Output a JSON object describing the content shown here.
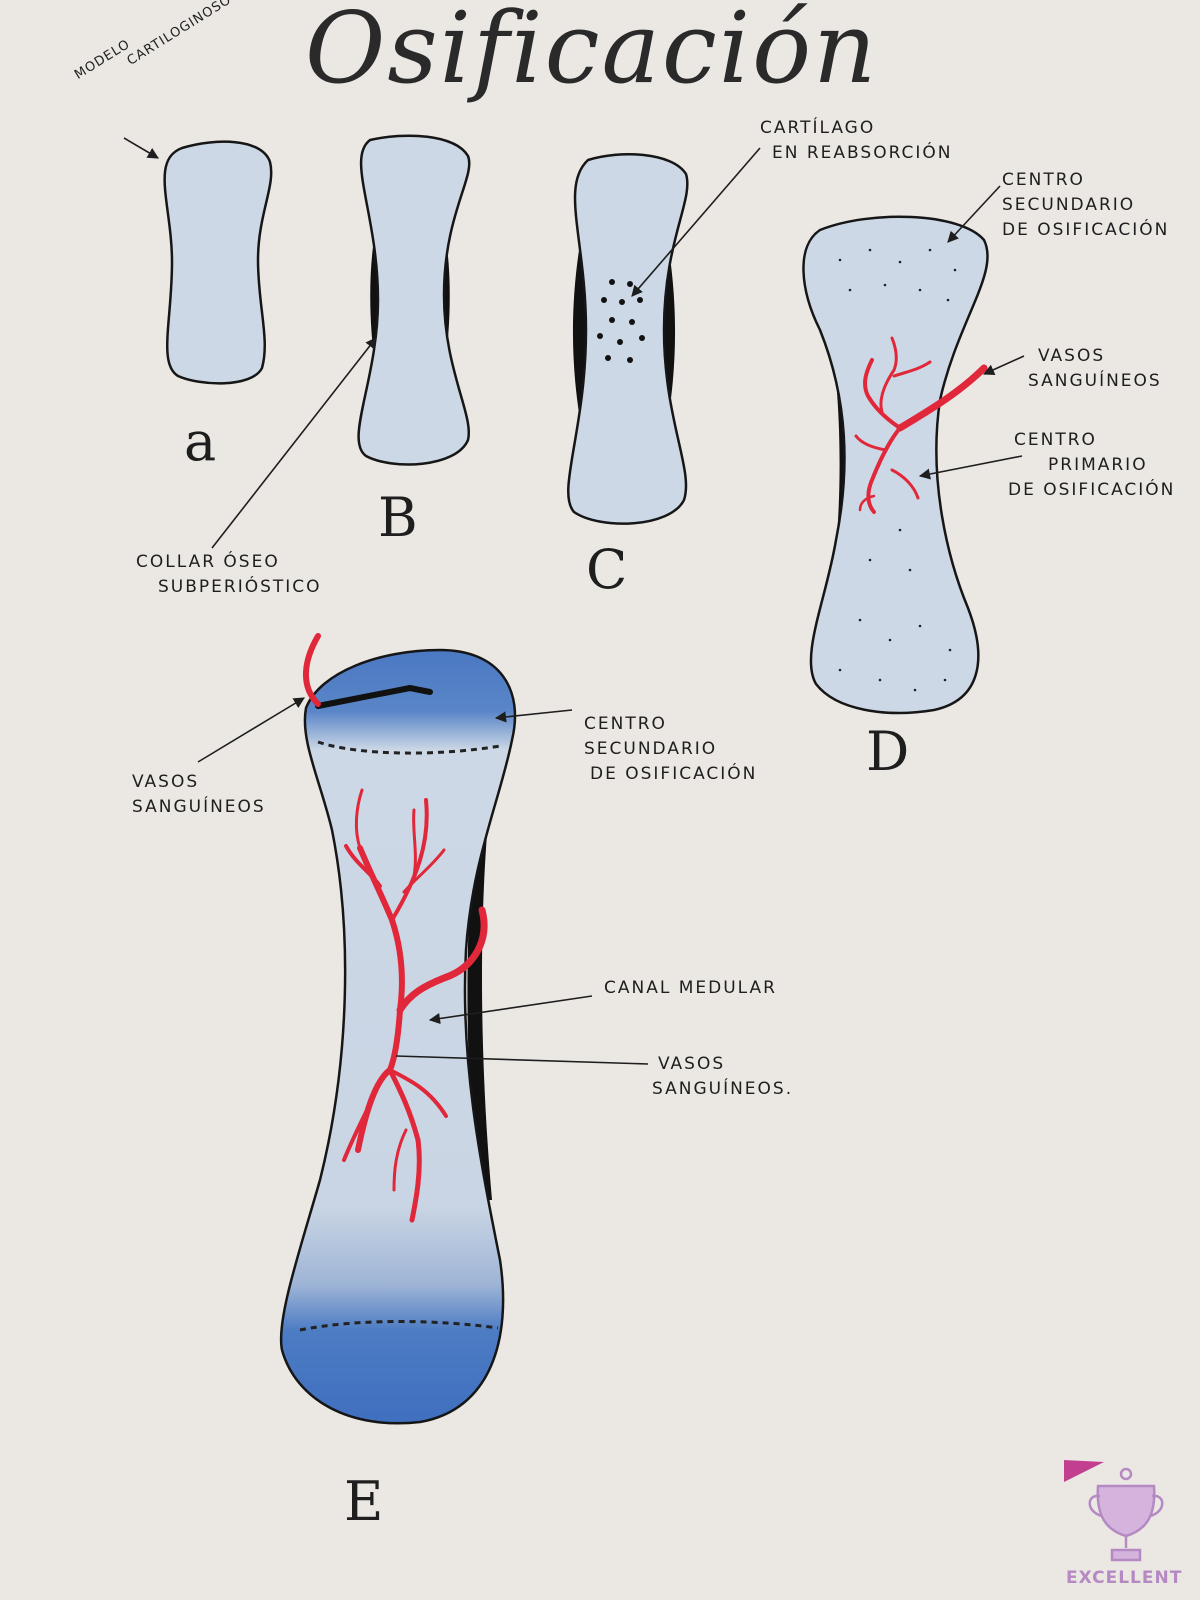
{
  "title": "Osificación",
  "stages": {
    "a": "a",
    "b": "B",
    "c": "C",
    "d": "D",
    "e": "E"
  },
  "labels": {
    "modelo_line1": "MODELO",
    "modelo_line2": "CARTILOGINOSO",
    "collar_line1": "COLLAR ÓSEO",
    "collar_line2": "SUBPERIÓSTICO",
    "cartilago_line1": "CARTÍLAGO",
    "cartilago_line2": "EN REABSORCIÓN",
    "csec_d_line1": "CENTRO",
    "csec_d_line2": "SECUNDARIO",
    "csec_d_line3": "DE OSIFICACIÓN",
    "vasos_d_line1": "VASOS",
    "vasos_d_line2": "SANGUÍNEOS",
    "cprim_line1": "CENTRO",
    "cprim_line2": "PRIMARIO",
    "cprim_line3": "DE OSIFICACIÓN",
    "vasos_e_top_line1": "VASOS",
    "vasos_e_top_line2": "SANGUÍNEOS",
    "csec_e_line1": "CENTRO",
    "csec_e_line2": "SECUNDARIO",
    "csec_e_line3": "DE OSIFICACIÓN",
    "canal": "CANAL MEDULAR",
    "vasos_e_bottom_line1": "VASOS",
    "vasos_e_bottom_line2": "SANGUÍNEOS."
  },
  "stamp": {
    "text": "EXCELLENT"
  },
  "colors": {
    "paper": "#ebe8e4",
    "bone_fill": "#cdd8e6",
    "cartilage_dark": "#4a78c2",
    "collar": "#111111",
    "vessel": "#e0283a",
    "stamp": "#b58ac3"
  }
}
